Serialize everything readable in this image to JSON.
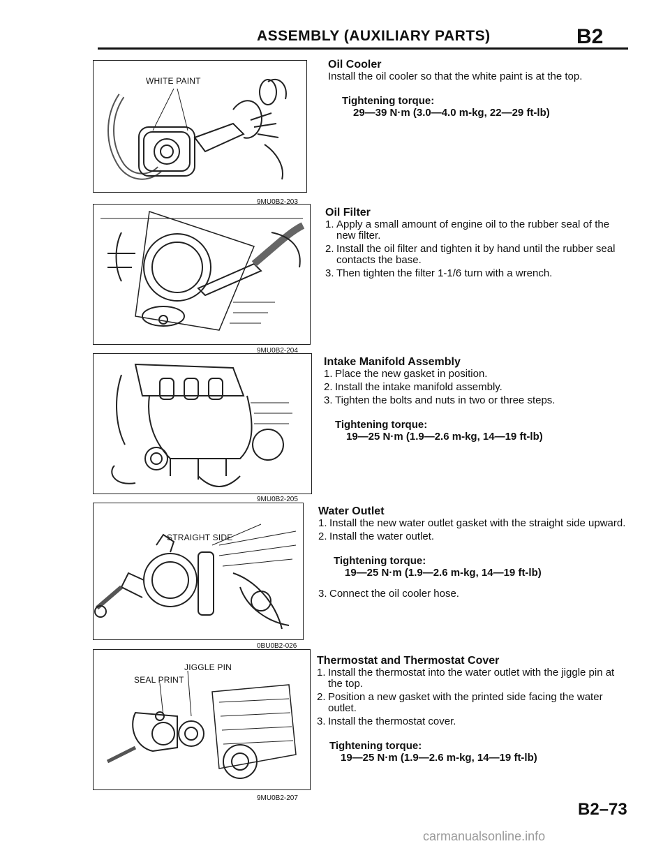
{
  "header": {
    "title": "ASSEMBLY (AUXILIARY PARTS)",
    "code": "B2"
  },
  "figures": [
    {
      "code": "9MU0B2-203",
      "labels": [
        "WHITE PAINT"
      ]
    },
    {
      "code": "9MU0B2-204",
      "labels": []
    },
    {
      "code": "9MU0B2-205",
      "labels": []
    },
    {
      "code": "0BU0B2-026",
      "labels": [
        "STRAIGHT SIDE"
      ]
    },
    {
      "code": "9MU0B2-207",
      "labels": [
        "JIGGLE PIN",
        "SEAL PRINT"
      ]
    }
  ],
  "sections": [
    {
      "title": "Oil Cooler",
      "intro": "Install the oil cooler so that the white paint is at the top.",
      "torque_label": "Tightening torque:",
      "torque_value": "29—39 N·m (3.0—4.0 m-kg, 22—29 ft-lb)"
    },
    {
      "title": "Oil Filter",
      "steps": [
        {
          "n": "1.",
          "text": "Apply a small amount of engine oil to the rubber seal of the new filter."
        },
        {
          "n": "2.",
          "text": "Install the oil filter and tighten it by hand until the rubber seal contacts the base."
        },
        {
          "n": "3.",
          "text": "Then tighten the filter 1-1/6 turn with a wrench."
        }
      ]
    },
    {
      "title": "Intake Manifold Assembly",
      "steps": [
        {
          "n": "1.",
          "text": "Place the new gasket in position."
        },
        {
          "n": "2.",
          "text": "Install the intake manifold assembly."
        },
        {
          "n": "3.",
          "text": "Tighten the bolts and nuts in two or three steps."
        }
      ],
      "torque_label": "Tightening torque:",
      "torque_value": "19—25 N·m (1.9—2.6 m-kg, 14—19 ft-lb)"
    },
    {
      "title": "Water Outlet",
      "steps": [
        {
          "n": "1.",
          "text": "Install the new water outlet gasket with the straight side upward."
        },
        {
          "n": "2.",
          "text": "Install the water outlet."
        }
      ],
      "torque_label": "Tightening torque:",
      "torque_value": "19—25 N·m (1.9—2.6 m-kg, 14—19 ft-lb)",
      "after_steps": [
        {
          "n": "3.",
          "text": "Connect the oil cooler hose."
        }
      ]
    },
    {
      "title": "Thermostat and Thermostat Cover",
      "steps": [
        {
          "n": "1.",
          "text": "Install the thermostat into the water outlet with the jiggle pin at the top."
        },
        {
          "n": "2.",
          "text": "Position a new gasket with the printed side facing the water outlet."
        },
        {
          "n": "3.",
          "text": "Install the thermostat cover."
        }
      ],
      "torque_label": "Tightening torque:",
      "torque_value": "19—25 N·m (1.9—2.6 m-kg, 14—19 ft-lb)"
    }
  ],
  "footer": {
    "page": "B2–73",
    "watermark": "carmanualsonline.info"
  }
}
